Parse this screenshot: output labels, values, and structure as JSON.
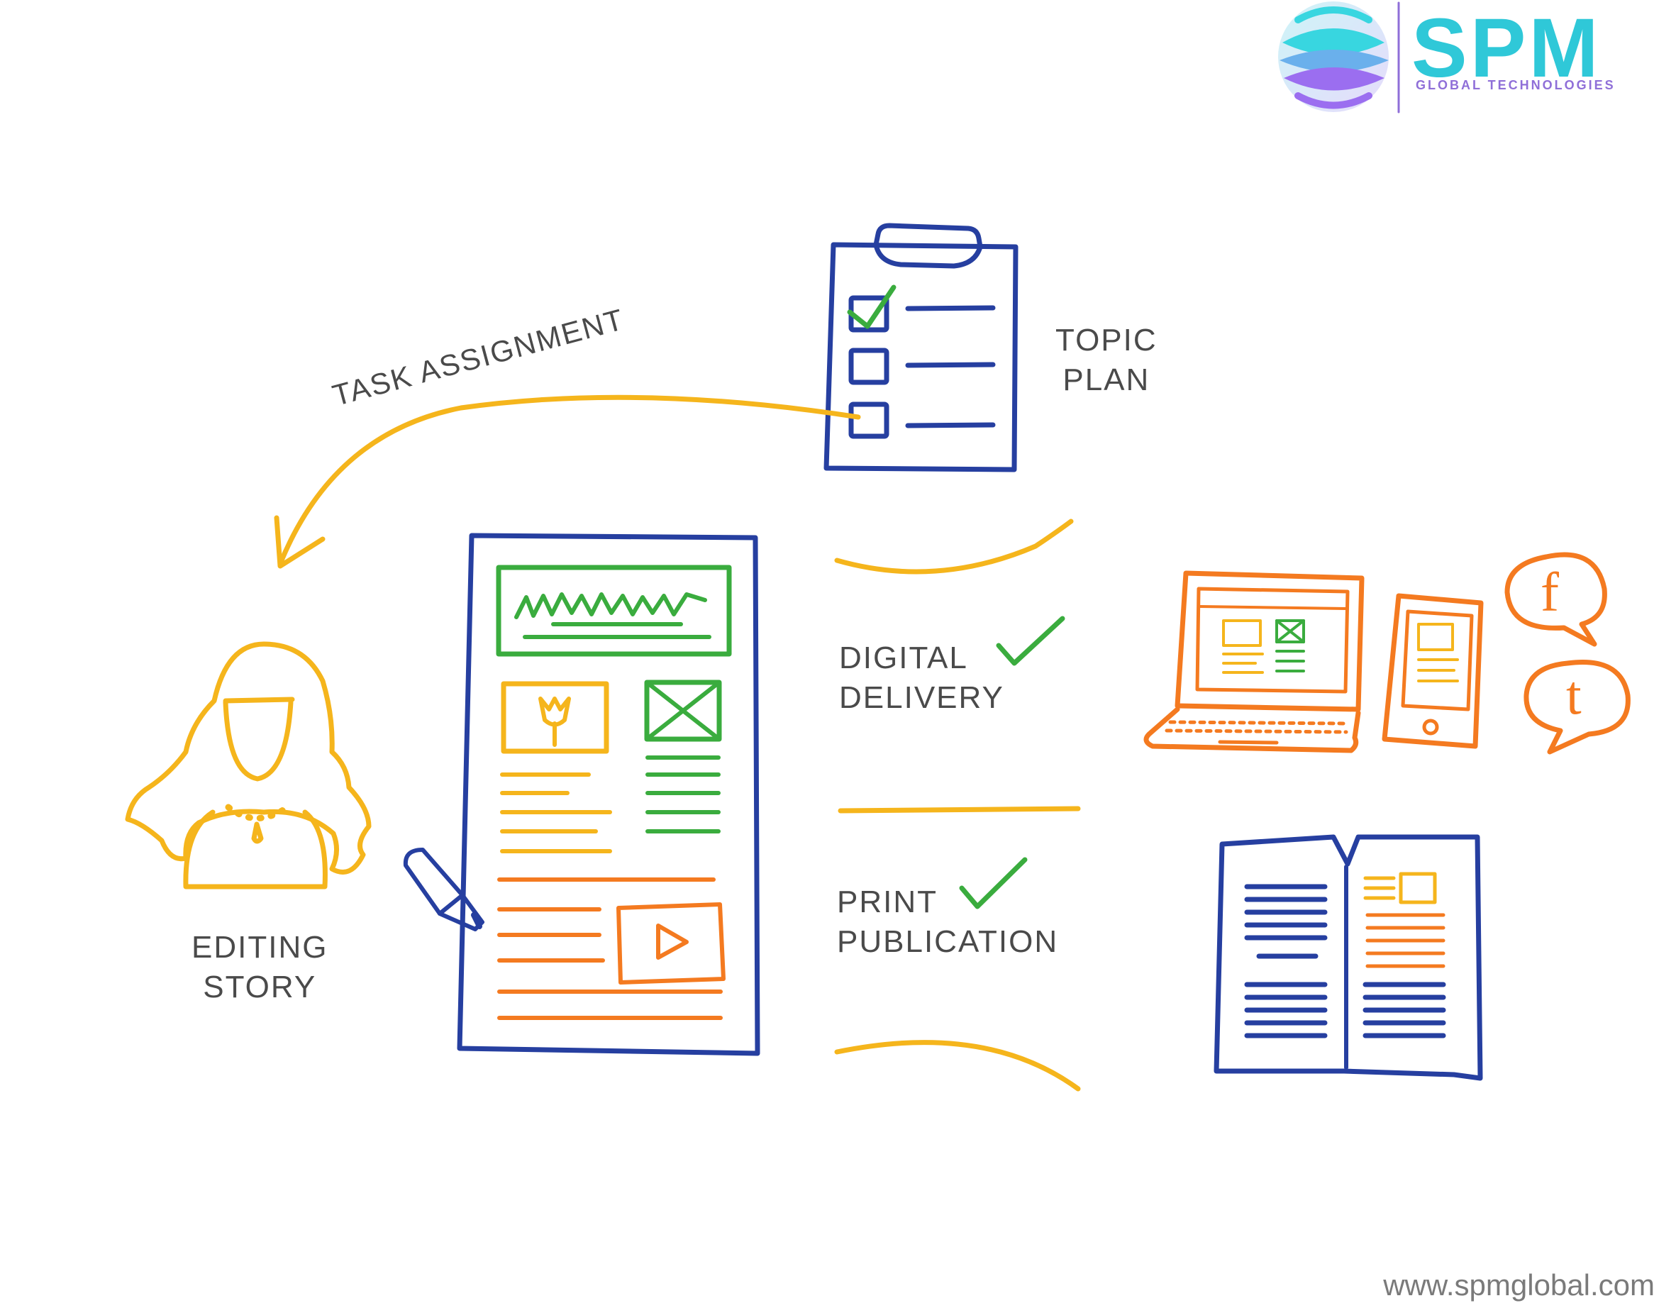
{
  "brand": {
    "name": "SPM",
    "tagline": "GLOBAL TECHNOLOGIES",
    "website": "www.spmglobal.com"
  },
  "labels": {
    "topic_plan": [
      "TOPIC",
      "PLAN"
    ],
    "task_assignment": "TASK ASSIGNMENT",
    "digital_delivery": [
      "DIGITAL",
      "DELIVERY"
    ],
    "print_publication": [
      "PRINT",
      "PUBLICATION"
    ],
    "editing_story": [
      "EDITING",
      "STORY"
    ]
  },
  "social": {
    "facebook": "f",
    "twitter": "t"
  },
  "colors": {
    "blue": "#263fa0",
    "yellow": "#f5b51c",
    "green": "#3aac3e",
    "orange": "#f47a20",
    "text": "#4a4a4a"
  }
}
